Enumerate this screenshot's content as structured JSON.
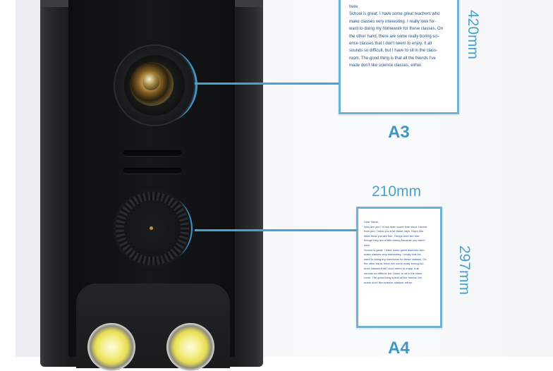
{
  "a3": {
    "label": "A3",
    "height": "420mm",
    "lines": [
      "here.",
      "School is great. I have some great teachers who",
      "make classes very interesting. I really look for-",
      "ward to doing my homework for these classes. On",
      "the other hand, there are some really boring sci-",
      "ence classes that I don't seem to enjoy. It all",
      "sounds so difficult, but I have to sit in the class-",
      "room. The good thing is that all the friends I've",
      "made don't like science classes, either."
    ]
  },
  "a4": {
    "label": "A4",
    "width": "210mm",
    "height": "297mm",
    "lines": [
      "Dear Steve,",
      "How are you? It has been some time since I heard",
      "from you. I miss you a lot these days. Hope this",
      "letter finds you are fine. Things here are fine,",
      "though they are a little boring because you aren't",
      "here.",
      "School is great. I have some great teachers who",
      "make classes very interesting. I really look for-",
      "ward to doing my homework for these classes. On",
      "the other hand, there are some really boring sci-",
      "ence classes that I don't seem to enjoy. It all",
      "sounds so difficult, but I have to sit in the class-",
      "room. The good thing is that all the friends I've",
      "made don't like science classes, either."
    ]
  },
  "colors": {
    "accent": "#4aa2cc",
    "label": "#3f95c4",
    "text": "#1e4e8c"
  }
}
